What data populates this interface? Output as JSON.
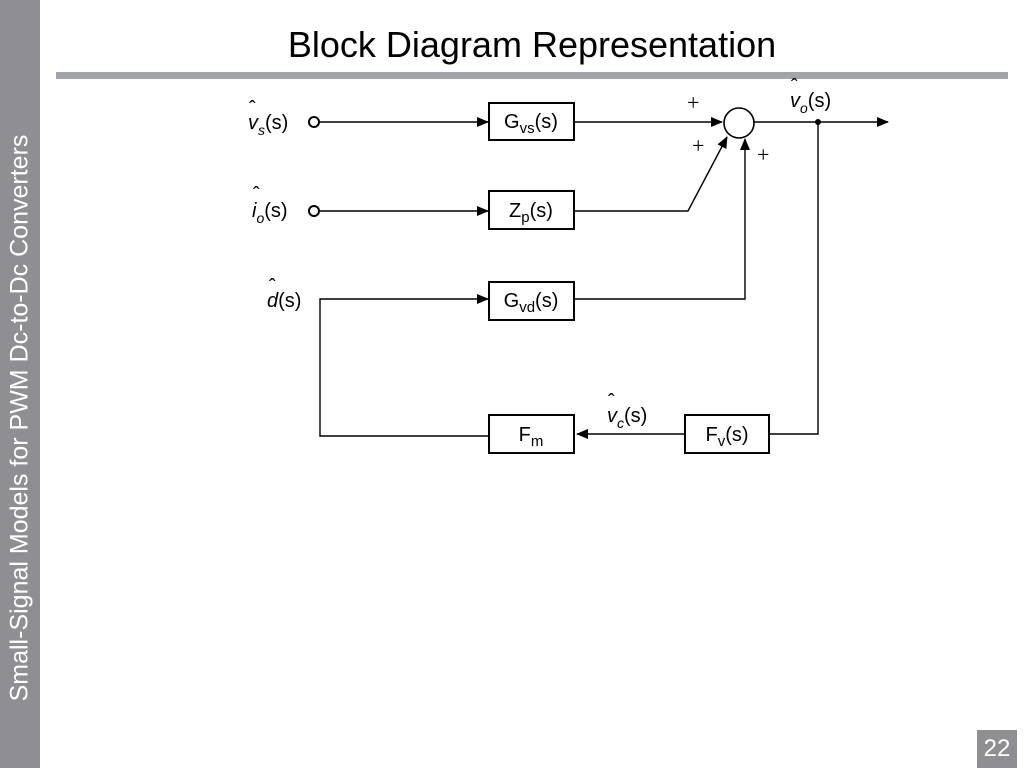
{
  "slide": {
    "title": "Block Diagram Representation",
    "sidebar_text": "Small-Signal Models for PWM Dc-to-Dc Converters",
    "page_number": "22"
  },
  "colors": {
    "sidebar": "#8e8e93",
    "title_rule": "#a3a3ab",
    "line": "#000000",
    "background": "#ffffff"
  },
  "diagram": {
    "inputs": {
      "vs": {
        "var": "v",
        "hat": "ˆ",
        "sub": "s",
        "arg": "(s)"
      },
      "io": {
        "var": "i",
        "hat": "ˆ",
        "sub": "o",
        "arg": "(s)"
      },
      "d": {
        "var": "d",
        "hat": "ˆ",
        "arg": "(s)"
      }
    },
    "output": {
      "var": "v",
      "hat": "ˆ",
      "sub": "o",
      "arg": "(s)"
    },
    "control_signal": {
      "var": "v",
      "hat": "ˆ",
      "sub": "c",
      "arg": "(s)"
    },
    "blocks": {
      "gvs": {
        "base": "G",
        "sub": "vs",
        "arg": "(s)"
      },
      "zp": {
        "base": "Z",
        "sub": "p",
        "arg": "(s)"
      },
      "gvd": {
        "base": "G",
        "sub": "vd",
        "arg": "(s)"
      },
      "fm": {
        "base": "F",
        "sub": "m",
        "arg": ""
      },
      "fv": {
        "base": "F",
        "sub": "v",
        "arg": "(s)"
      }
    },
    "summing_signs": [
      "+",
      "+",
      "+"
    ]
  }
}
